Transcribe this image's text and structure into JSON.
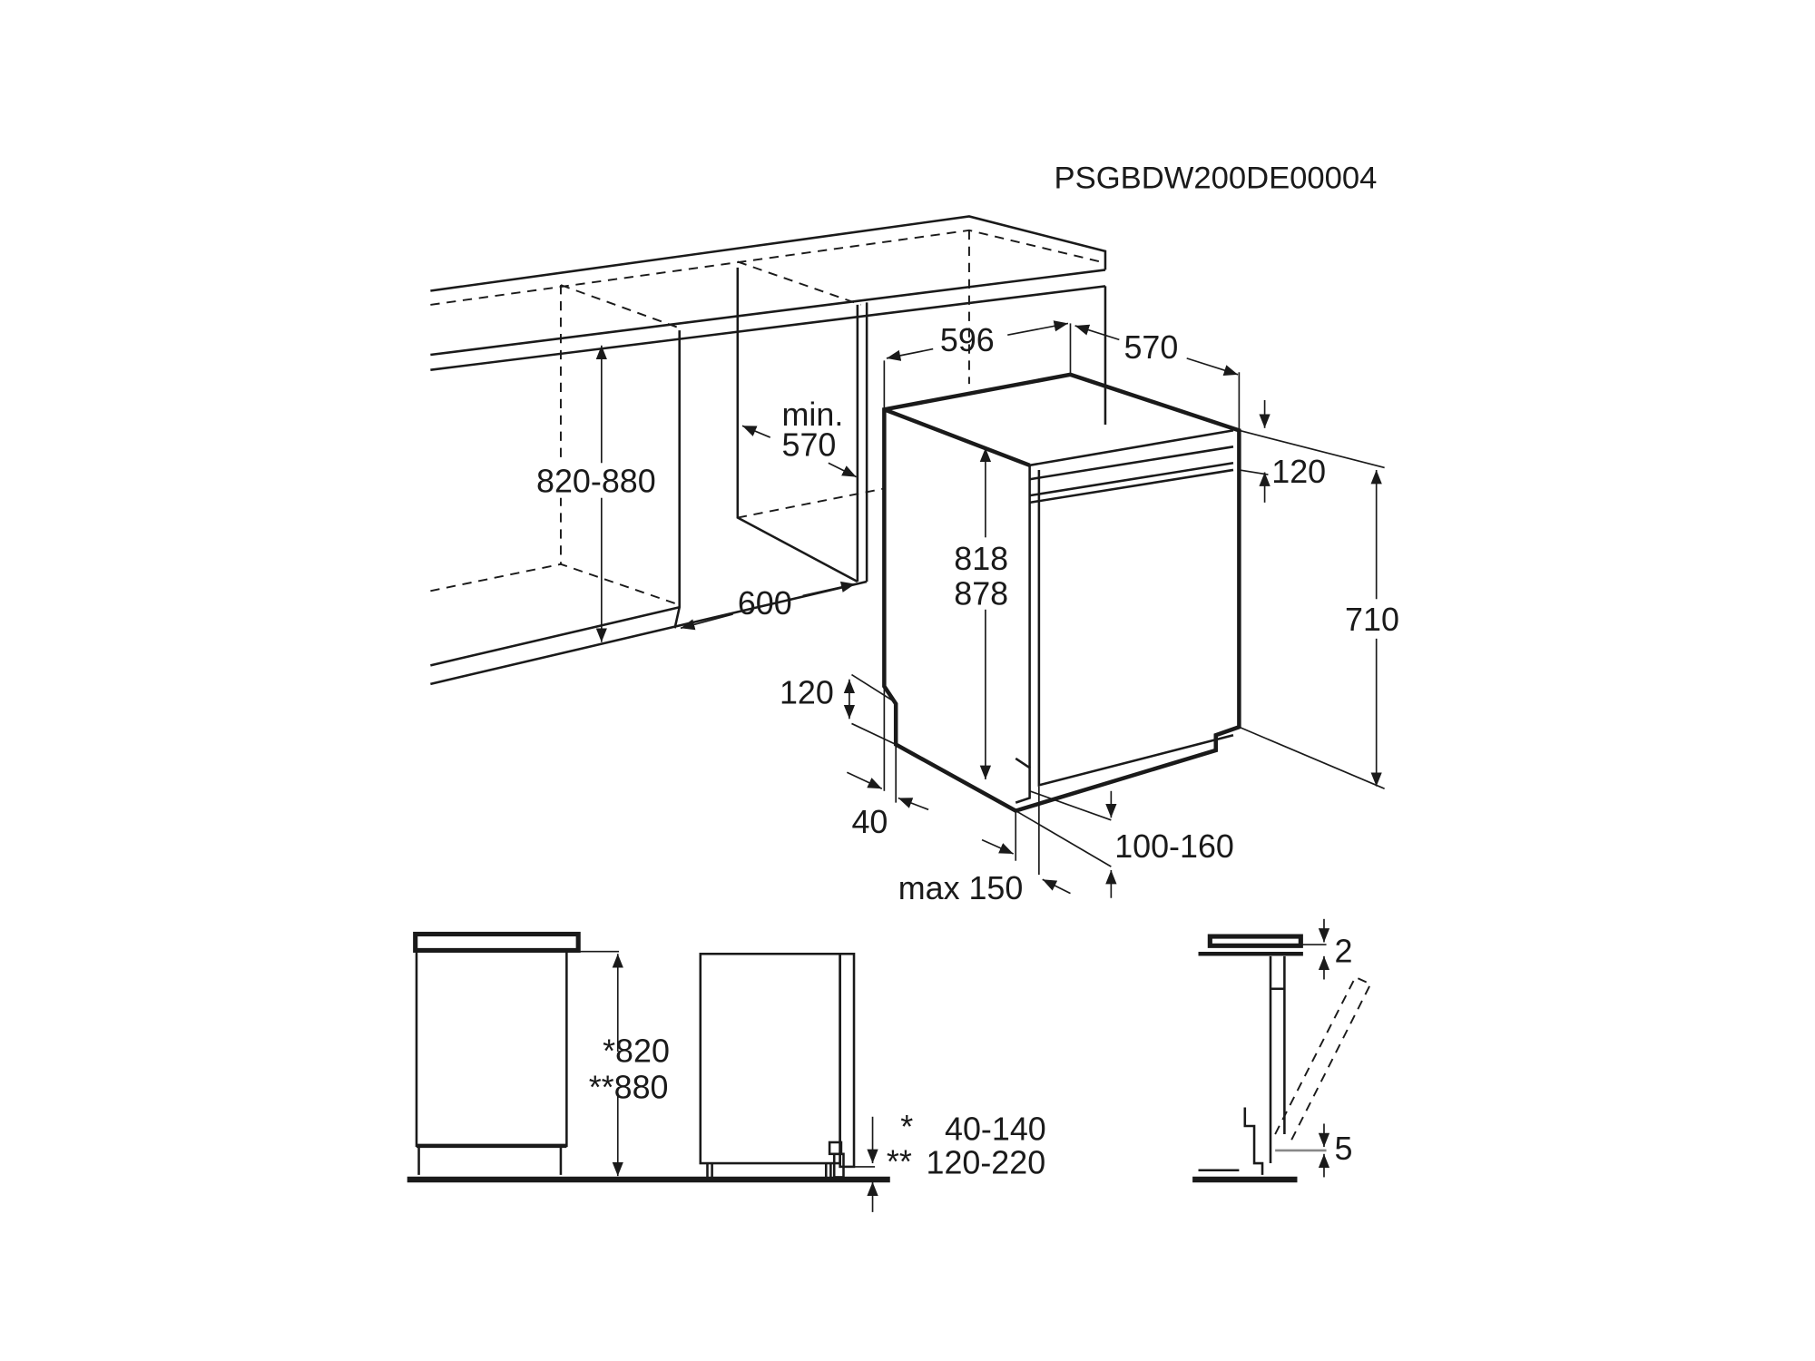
{
  "diagram": {
    "code": "PSGBDW200DE00004",
    "perspective": {
      "niche_height": "820-880",
      "niche_depth_label": "min.",
      "niche_depth": "570",
      "niche_width": "600",
      "appliance_width": "596",
      "appliance_depth": "570",
      "appliance_height_1": "818",
      "appliance_height_2": "878",
      "top_offset": "120",
      "door_height": "710",
      "plinth_height": "120",
      "plinth_recess": "40",
      "door_gap": "100-160",
      "max_plinth": "max 150"
    },
    "side_views": {
      "height_1": "*820",
      "height_2": "**880",
      "feet_1_marker": "*",
      "feet_1": "40-140",
      "feet_2_marker": "**",
      "feet_2": "120-220"
    },
    "detail": {
      "top_gap": "2",
      "bottom_gap": "5"
    }
  }
}
